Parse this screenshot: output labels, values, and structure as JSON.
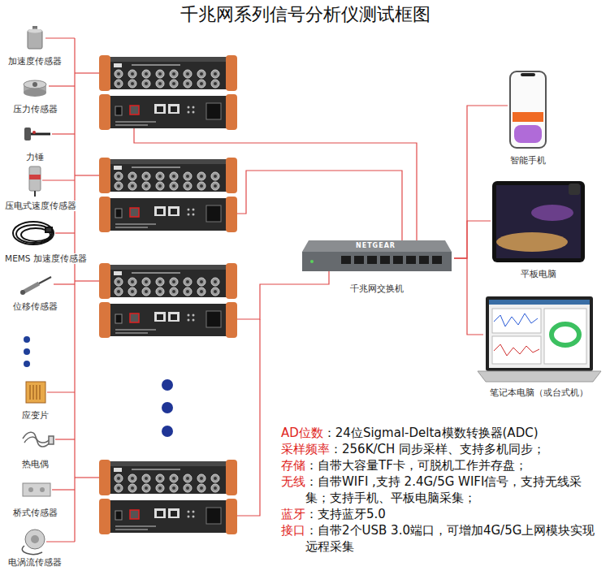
{
  "diagram": {
    "title": "千兆网系列信号分析仪测试框图",
    "nodes": [
      {
        "text": [
          "加速度传感器"
        ]
      },
      {
        "text": [
          "压力传感器"
        ]
      },
      {
        "text": [
          "力锤"
        ]
      },
      {
        "text": [
          "压电式速度传感器"
        ]
      },
      {
        "text": [
          "MEMS 加速度传感器"
        ]
      },
      {
        "text": [
          "位移传感器"
        ]
      },
      {
        "text": [
          "应变片"
        ]
      },
      {
        "text": [
          "热电偶"
        ]
      },
      {
        "text": [
          "桥式传感器"
        ]
      },
      {
        "text": [
          "电涡流传感器"
        ]
      },
      {
        "text": [
          "千兆网交换机"
        ]
      },
      {
        "text": [
          "智能手机"
        ]
      },
      {
        "text": [
          "平板电脑"
        ]
      },
      {
        "text": [
          "笔记本电脑（或台式机）"
        ]
      }
    ],
    "edges": [
      {
        "from": 10,
        "to": 11,
        "arrow": "none"
      },
      {
        "from": 10,
        "to": 12,
        "arrow": "none"
      },
      {
        "from": 10,
        "to": 13,
        "arrow": "none"
      }
    ],
    "labels": [
      "NETGEAR",
      "AD位数",
      "：24位Sigmal-Delta模数转换器(ADC)",
      "采样频率",
      "：256K/CH 同步采样、支持多机同步；",
      "存储",
      "：自带大容量TF卡，可脱机工作并存盘；",
      "无线",
      "：自带WIFI ,支持 2.4G/5G WIFI信号，支持无线采集；支持手机、平板电脑采集；",
      "蓝牙",
      "：支持蓝牙5.0",
      "接口",
      "：自带2个USB 3.0端口，可增加4G/5G上网模块实现远程采集"
    ]
  }
}
